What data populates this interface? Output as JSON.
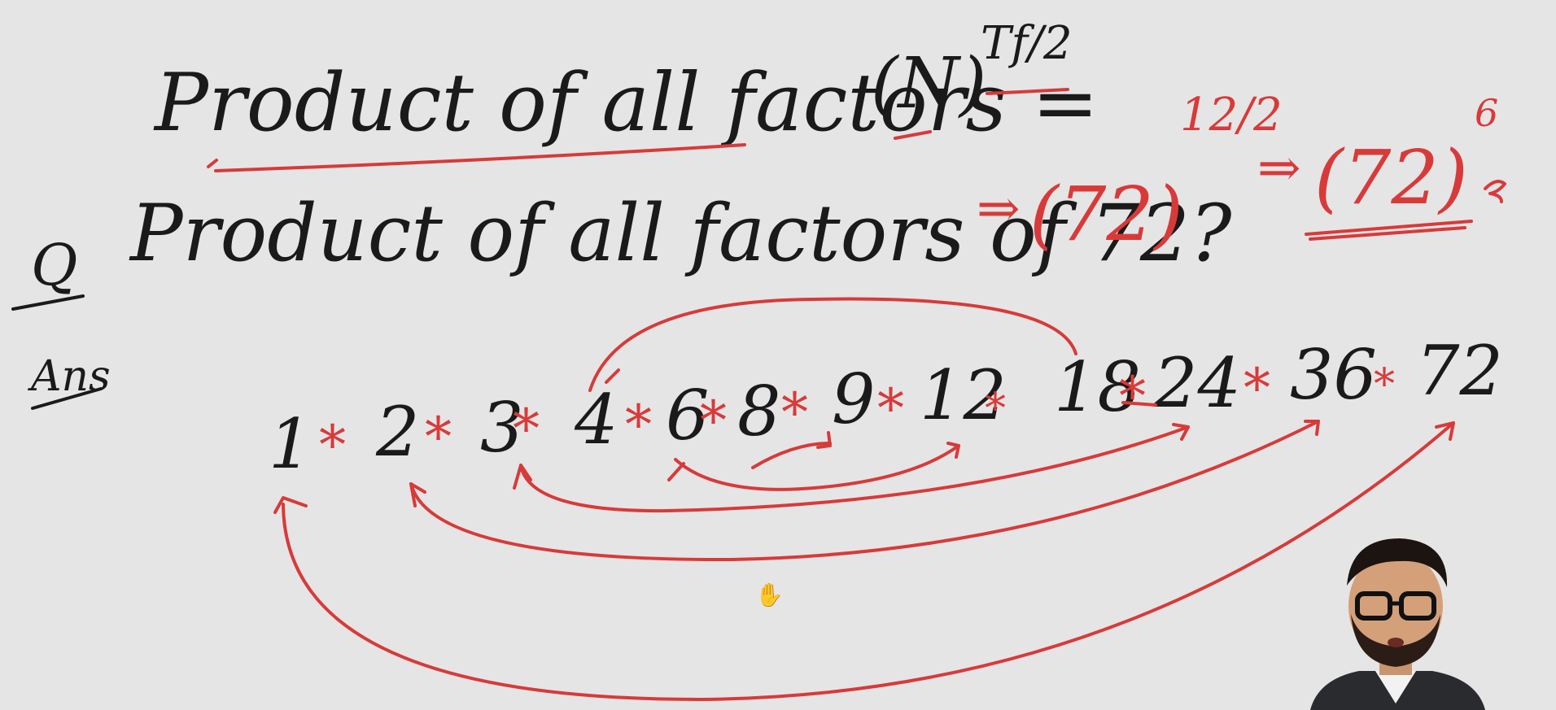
{
  "colors": {
    "background": "#e5e5e5",
    "ink_black": "#1a1a1a",
    "ink_red": "#d83a3a"
  },
  "formula": {
    "lhs": "Product of all factors =",
    "base": "(N)",
    "exponent": "Tf/2"
  },
  "question": {
    "marker": "Q",
    "text": "Product of all factors of 72?",
    "step1_arrow": "⇒",
    "step1_base": "(72)",
    "step1_exponent": "12/2",
    "step2_arrow": "⇒",
    "step2_base": "(72)",
    "step2_exponent": "6"
  },
  "answer": {
    "marker": "Ans",
    "factors": [
      "1",
      "2",
      "3",
      "4",
      "6",
      "8",
      "9",
      "12",
      "18",
      "24",
      "36",
      "72"
    ],
    "operator": "*"
  },
  "icons": {
    "cursor": "hand-cursor-icon",
    "cursor_glyph": "✋"
  }
}
